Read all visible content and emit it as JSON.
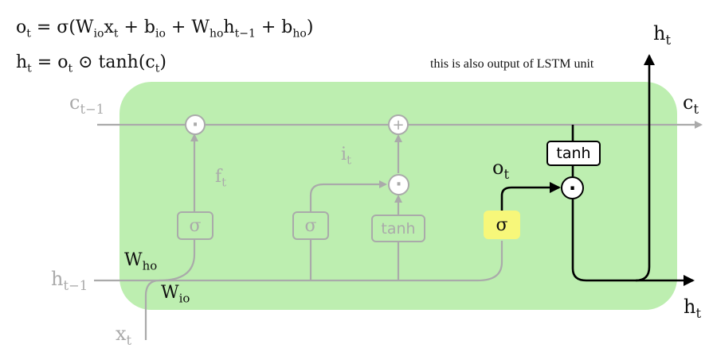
{
  "equations": {
    "o_line": {
      "lhs": "o",
      "lhs_sub": "t",
      "eq": " = σ(W",
      "w1_sub": "io",
      "x": "x",
      "x_sub": "t",
      "plus1": " + b",
      "b1_sub": "io",
      "plus2": " + W",
      "w2_sub": "ho",
      "h": "h",
      "h_sub": "t−1",
      "plus3": " + b",
      "b2_sub": "ho",
      "close": ")"
    },
    "h_line": {
      "lhs": "h",
      "lhs_sub": "t",
      "eq": " = o",
      "o_sub": "t",
      "odot": " ⊙ ",
      "tanh": "tanh(c",
      "c_sub": "t",
      "close": ")"
    }
  },
  "note": "this is also output of LSTM unit",
  "labels": {
    "c_prev": {
      "base": "c",
      "sub": "t−1"
    },
    "c_out": {
      "base": "c",
      "sub": "t"
    },
    "h_top": {
      "base": "h",
      "sub": "t"
    },
    "h_right": {
      "base": "h",
      "sub": "t"
    },
    "h_prev": {
      "base": "h",
      "sub": "t−1"
    },
    "x_in": {
      "base": "x",
      "sub": "t"
    },
    "f_gate": {
      "base": "f",
      "sub": "t"
    },
    "i_gate": {
      "base": "i",
      "sub": "t"
    },
    "o_gate": {
      "base": "o",
      "sub": "t"
    },
    "w_ho": {
      "base": "W",
      "sub": "ho"
    },
    "w_io": {
      "base": "W",
      "sub": "io"
    }
  },
  "blocks": {
    "sigma_f": "σ",
    "sigma_i": "σ",
    "tanh_cand": "tanh",
    "sigma_o": "σ",
    "tanh_out": "tanh"
  },
  "operators": {
    "mult": "·",
    "add": "+"
  },
  "colors": {
    "cell_fill": "#bdeeb0",
    "active": "#000000",
    "inactive": "#aaaaaa",
    "sigma_o_fill": "#f7f77a"
  }
}
